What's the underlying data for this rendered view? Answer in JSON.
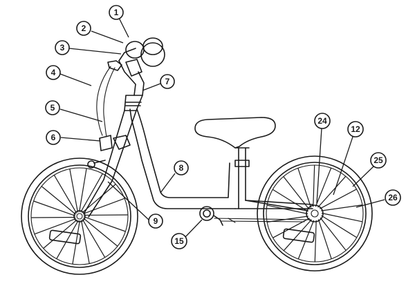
{
  "diagram": {
    "callouts": [
      {
        "id": "c1",
        "label": "1"
      },
      {
        "id": "c2",
        "label": "2"
      },
      {
        "id": "c3",
        "label": "3"
      },
      {
        "id": "c4",
        "label": "4"
      },
      {
        "id": "c5",
        "label": "5"
      },
      {
        "id": "c6",
        "label": "6"
      },
      {
        "id": "c7",
        "label": "7"
      },
      {
        "id": "c8",
        "label": "8"
      },
      {
        "id": "c9",
        "label": "9"
      },
      {
        "id": "c12",
        "label": "12"
      },
      {
        "id": "c15",
        "label": "15"
      },
      {
        "id": "c24",
        "label": "24"
      },
      {
        "id": "c25",
        "label": "25"
      },
      {
        "id": "c26",
        "label": "26"
      }
    ]
  }
}
